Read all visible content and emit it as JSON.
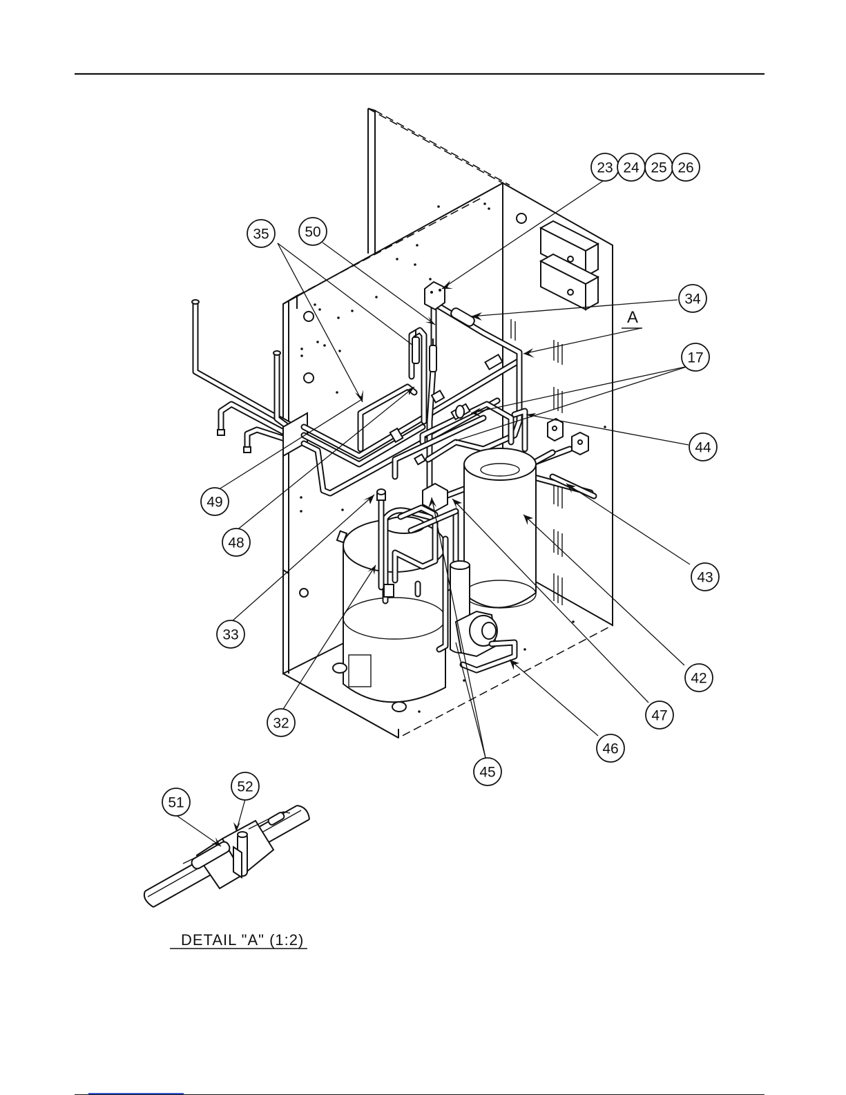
{
  "callouts": {
    "c23": "23",
    "c24": "24",
    "c25": "25",
    "c26": "26",
    "c34": "34",
    "c35": "35",
    "c50": "50",
    "c17": "17",
    "c44": "44",
    "c43": "43",
    "c42": "42",
    "c47": "47",
    "c46": "46",
    "c45": "45",
    "c32": "32",
    "c33": "33",
    "c48": "48",
    "c49": "49",
    "c51": "51",
    "c52": "52"
  },
  "view_marker": "A",
  "detail_caption": "DETAIL \"A\" (1:2)"
}
